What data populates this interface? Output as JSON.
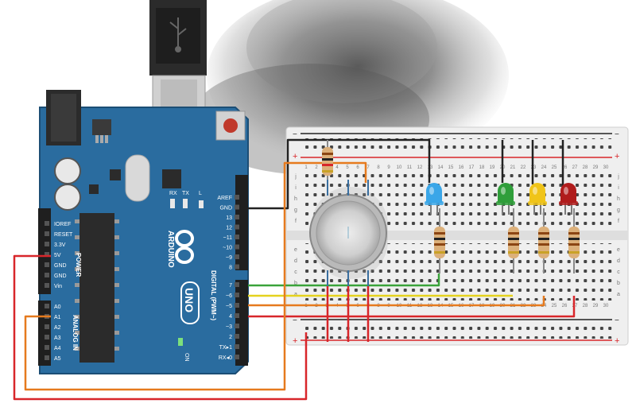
{
  "board": {
    "brand": "ARDUINO",
    "model": "UNO",
    "power_title": "POWER",
    "analog_title": "ANALOG IN",
    "digital_title": "DIGITAL (PWM~)",
    "on_label": "ON",
    "reset_label": "RESET",
    "led_labels": [
      "RX",
      "TX",
      "L"
    ],
    "power_pins": [
      "IOREF",
      "RESET",
      "3.3V",
      "5V",
      "GND",
      "GND",
      "Vin"
    ],
    "analog_pins": [
      "A0",
      "A1",
      "A2",
      "A3",
      "A4",
      "A5"
    ],
    "top_header": [
      "AREF",
      "GND",
      "13",
      "12",
      "~11",
      "~10",
      "~9",
      "8"
    ],
    "bottom_header": [
      "7",
      "~6",
      "~5",
      "4",
      "~3",
      "2",
      "TX▸1",
      "RX◂0"
    ]
  },
  "breadboard": {
    "rail_minus": "−",
    "rail_plus": "+",
    "row_letters_top": [
      "j",
      "i",
      "h",
      "g",
      "f"
    ],
    "row_letters_bottom": [
      "e",
      "d",
      "c",
      "b",
      "a"
    ],
    "column_numbers": [
      "1",
      "2",
      "3",
      "4",
      "5",
      "6",
      "7",
      "8",
      "9",
      "10",
      "11",
      "12",
      "13",
      "14",
      "15",
      "16",
      "17",
      "18",
      "19",
      "20",
      "21",
      "22",
      "23",
      "24",
      "25",
      "26",
      "27",
      "28",
      "29",
      "30"
    ]
  },
  "components": {
    "leds": [
      {
        "color": "blue",
        "hex": "#3aa6e8"
      },
      {
        "color": "green",
        "hex": "#2f9e3a"
      },
      {
        "color": "yellow",
        "hex": "#f0c419"
      },
      {
        "color": "red",
        "hex": "#b01c1c"
      }
    ],
    "sensor": "gas-sensor",
    "resistor_count": 5
  },
  "colors": {
    "board": "#2a6c9f",
    "wire_red": "#d8262a",
    "wire_black": "#222222",
    "wire_green": "#3aa33a",
    "wire_yellow": "#e5d21e",
    "wire_orange": "#e67a1e"
  }
}
